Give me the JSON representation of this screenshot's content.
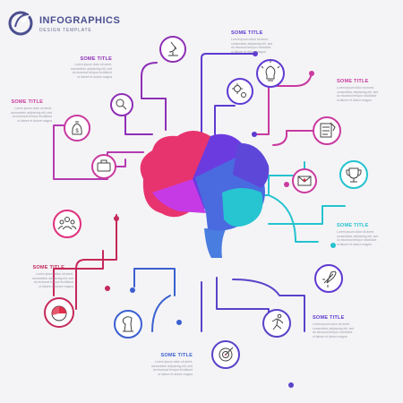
{
  "header": {
    "title": "INFOGRAPHICS",
    "subtitle": "DESIGN TEMPLATE"
  },
  "colors": {
    "purple": "#8e2eb5",
    "magenta": "#c93a9f",
    "pink": "#e02f7c",
    "crimson": "#c5285a",
    "blue": "#3b5fd0",
    "indigo": "#5a42c9",
    "teal": "#25c2cf",
    "violet": "#7b3ac9",
    "navy": "#5e3ad1"
  },
  "labels": [
    {
      "title": "SOME TITLE",
      "desc": "Lorem ipsum dolor sit amet,\nconsectetur adipiscing elit, sed\ndo eiusmod tempor incididunt\nut labore et dolore magna"
    },
    {
      "title": "SOME TITLE",
      "desc": "Lorem ipsum dolor sit amet,\nconsectetur adipiscing elit, sed\ndo eiusmod tempor incididunt\nut labore et dolore magna"
    },
    {
      "title": "SOME TITLE",
      "desc": "Lorem ipsum dolor sit amet,\nconsectetur adipiscing elit, sed\ndo eiusmod tempor incididunt\nut labore et dolore magna"
    },
    {
      "title": "SOME TITLE",
      "desc": "Lorem ipsum dolor sit amet,\nconsectetur adipiscing elit, sed\ndo eiusmod tempor incididunt\nut labore et dolore magna"
    },
    {
      "title": "SOME TITLE",
      "desc": "Lorem ipsum dolor sit amet,\nconsectetur adipiscing elit, sed\ndo eiusmod tempor incididunt\nut labore et dolore magna"
    },
    {
      "title": "SOME TITLE",
      "desc": "Lorem ipsum dolor sit amet,\nconsectetur adipiscing elit, sed\ndo eiusmod tempor incididunt\nut labore et dolore magna"
    },
    {
      "title": "SOME TITLE",
      "desc": "Lorem ipsum dolor sit amet,\nconsectetur adipiscing elit, sed\ndo eiusmod tempor incididunt\nut labore et dolore magna"
    },
    {
      "title": "SOME TITLE",
      "desc": "Lorem ipsum dolor sit amet,\nconsectetur adipiscing elit, sed\ndo eiusmod tempor incididunt\nut labore et dolore magna"
    }
  ],
  "icons": [
    "microscope-icon",
    "magnifier-icon",
    "money-bag-icon",
    "briefcase-icon",
    "team-icon",
    "stopwatch-icon",
    "chess-knight-icon",
    "target-icon",
    "runner-icon",
    "rocket-icon",
    "trophy-icon",
    "envelope-icon",
    "checklist-icon",
    "lightbulb-icon",
    "settings-icon"
  ]
}
